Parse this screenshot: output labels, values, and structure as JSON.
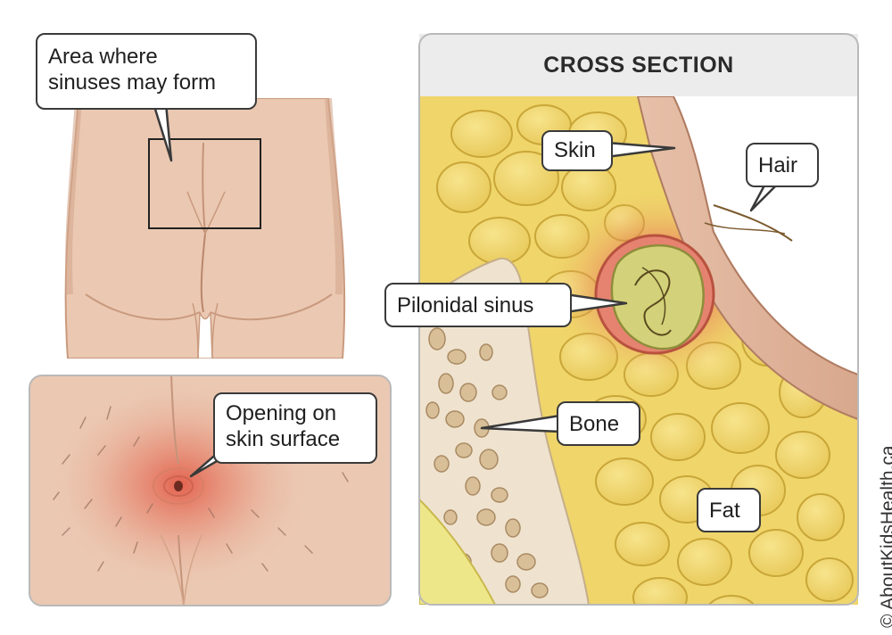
{
  "labels": {
    "area": [
      "Area where",
      "sinuses may form"
    ],
    "opening": [
      "Opening on",
      "skin surface"
    ],
    "cross_section_title": "CROSS SECTION",
    "skin": "Skin",
    "hair": "Hair",
    "pilonidal_sinus": "Pilonidal sinus",
    "bone": "Bone",
    "fat": "Fat"
  },
  "copyright": "© AboutKidsHealth.ca",
  "colors": {
    "skin_tone": "#ebc8b2",
    "skin_shadow": "#d9ae92",
    "fat_yellow": "#efd56a",
    "fat_cell_outline": "#c9a638",
    "bone": "#efe3cf",
    "inflammation": "#e2503d",
    "sinus_fill": "#d3d27a",
    "panel_border": "#b9b9b9",
    "title_band": "#ececec"
  },
  "icons": [
    "callout-pointer"
  ]
}
